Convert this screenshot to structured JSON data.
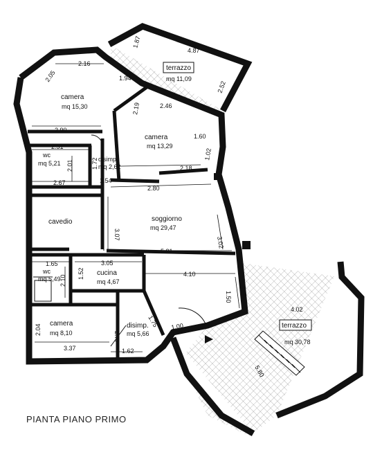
{
  "caption": "PIANTA PIANO PRIMO",
  "rooms": [
    {
      "id": "camera1",
      "name": "camera",
      "area": "mq 15,30"
    },
    {
      "id": "terrazzo1",
      "name": "terrazzo",
      "area": "mq 11,09"
    },
    {
      "id": "camera2",
      "name": "camera",
      "area": "mq 13,29"
    },
    {
      "id": "wc1",
      "name": "wc",
      "area": "mq 5,21"
    },
    {
      "id": "disimp1",
      "name": "disimp.",
      "area": "mq 2,62"
    },
    {
      "id": "cavedio",
      "name": "cavedio",
      "area": ""
    },
    {
      "id": "soggiorno",
      "name": "soggiorno",
      "area": "mq 29,47"
    },
    {
      "id": "wc2",
      "name": "wc",
      "area": "mq 5,49"
    },
    {
      "id": "cucina",
      "name": "cucina",
      "area": "mq 4,67"
    },
    {
      "id": "camera3",
      "name": "camera",
      "area": "mq 8,10"
    },
    {
      "id": "disimp2",
      "name": "disimp.",
      "area": "mq 5,66"
    },
    {
      "id": "terrazzo2",
      "name": "terrazzo",
      "area": "mq 30,78"
    }
  ],
  "dimensions": [
    "1.87",
    "4.87",
    "2.16",
    "2.05",
    "1.94",
    "2.52",
    "2.19",
    "2.46",
    "2.90",
    "1.60",
    "1.02",
    "2.51",
    "2.01",
    "1.72",
    "2.18",
    "2.67",
    "1.54",
    "2.80",
    "3.07",
    "3.02",
    "5.81",
    "1.65",
    "3.05",
    "2.10",
    "1.52",
    "4.10",
    "1.50",
    "4.02",
    "1.75",
    "2.77",
    "1.00",
    "2.04",
    "3.37",
    "1.62",
    "5.80"
  ]
}
